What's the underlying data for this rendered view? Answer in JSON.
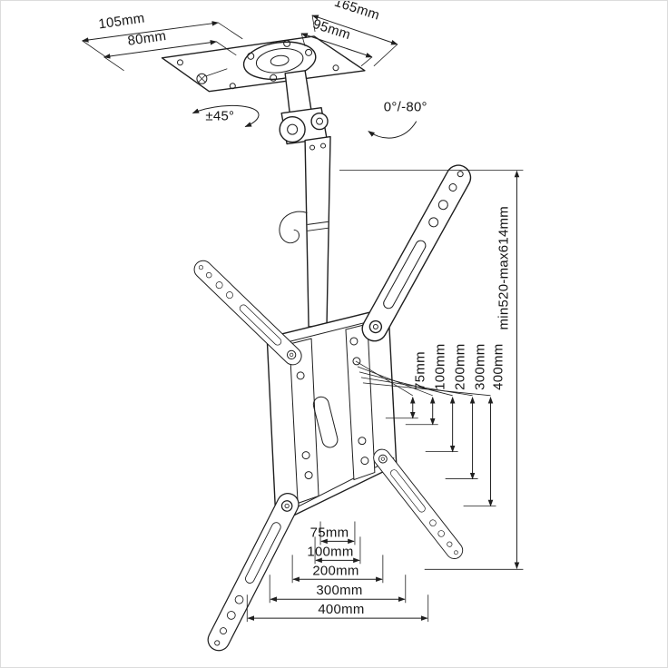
{
  "diagram": {
    "subject": "Ceiling TV mount — dimension drawing",
    "top_plate": {
      "width_outer": "105mm",
      "width_holes": "80mm",
      "depth_outer": "165mm",
      "depth_holes": "95mm"
    },
    "rotation": {
      "swivel": "±45°",
      "tilt": "0°/-80°"
    },
    "height_range": "min520-max614mm",
    "vesa_vertical": [
      "75mm",
      "100mm",
      "200mm",
      "300mm",
      "400mm"
    ],
    "vesa_horizontal": [
      "75mm",
      "100mm",
      "200mm",
      "300mm",
      "400mm"
    ],
    "colors": {
      "line": "#1f1f1f",
      "background": "#ffffff"
    }
  }
}
